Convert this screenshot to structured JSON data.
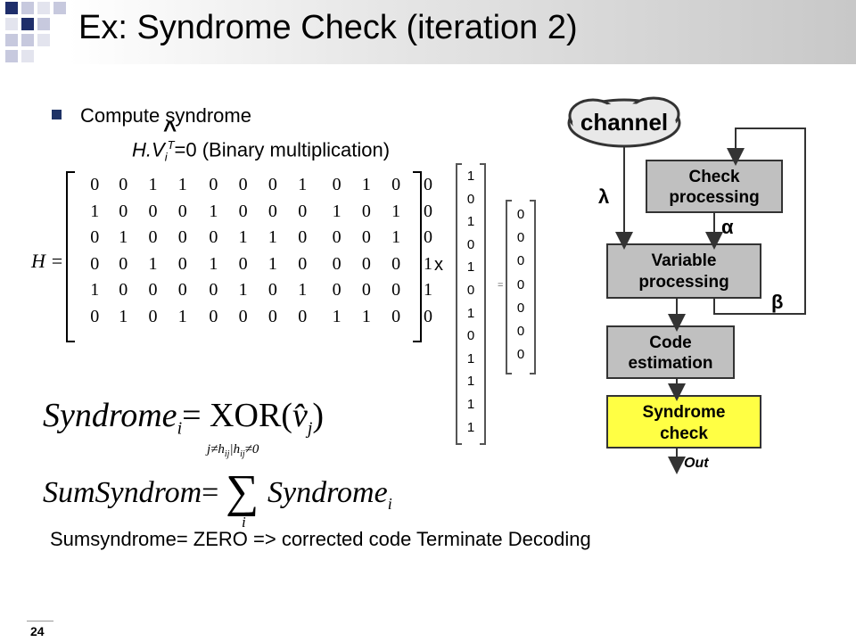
{
  "slide": {
    "title": "Ex: Syndrome Check (iteration 2)",
    "page_number": "24"
  },
  "bullet": {
    "text": "Compute syndrome",
    "formula_prefix": "H.V",
    "formula_sub": "i",
    "formula_sup": "T",
    "formula_suffix": "=0 (Binary multiplication)",
    "hat": "^"
  },
  "matrix": {
    "label": "H =",
    "rows": [
      [
        "0",
        "0",
        "1",
        "1",
        "0",
        "0",
        "0",
        "1",
        "0",
        "1",
        "0",
        "0"
      ],
      [
        "1",
        "0",
        "0",
        "0",
        "1",
        "0",
        "0",
        "0",
        "1",
        "0",
        "1",
        "0"
      ],
      [
        "0",
        "1",
        "0",
        "0",
        "0",
        "1",
        "1",
        "0",
        "0",
        "0",
        "1",
        "0"
      ],
      [
        "0",
        "0",
        "1",
        "0",
        "1",
        "0",
        "1",
        "0",
        "0",
        "0",
        "0",
        "1"
      ],
      [
        "1",
        "0",
        "0",
        "0",
        "0",
        "1",
        "0",
        "1",
        "0",
        "0",
        "0",
        "1"
      ],
      [
        "0",
        "1",
        "0",
        "1",
        "0",
        "0",
        "0",
        "0",
        "1",
        "1",
        "0",
        "0"
      ]
    ]
  },
  "times_symbol": "x",
  "equals_small": "=",
  "vector_v": [
    "1",
    "0",
    "1",
    "0",
    "1",
    "0",
    "1",
    "0",
    "1",
    "1",
    "1",
    "1"
  ],
  "vector_result": [
    "0",
    "0",
    "0",
    "0",
    "0",
    "0",
    "0"
  ],
  "equations": {
    "syndrome_lhs": "Syndrome",
    "syndrome_sub": "i",
    "syndrome_rhs": "= XOR(",
    "v_hat": "v̂",
    "v_sub": "j",
    "close": ")",
    "syndrome_cond": "j≠h",
    "syndrome_cond2": "ij",
    "syndrome_cond3": "|h",
    "syndrome_cond4": "ij",
    "syndrome_cond5": "≠0",
    "sum_lhs": "SumSyndrom",
    "sum_eq": "=",
    "sum_sigma": "∑",
    "sum_index": "i",
    "sum_rhs": "Syndrome",
    "sum_rhs_sub": "i"
  },
  "conclusion": "Sumsyndrome= ZERO => corrected code Terminate Decoding",
  "diagram": {
    "cloud_label": "channel",
    "lambda": "λ",
    "alpha": "α",
    "beta": "β",
    "check_line1": "Check",
    "check_line2": "processing",
    "variable_line1": "Variable",
    "variable_line2": "processing",
    "code_line1": "Code",
    "code_line2": "estimation",
    "syndrome_line1": "Syndrome",
    "syndrome_line2": "check",
    "out_label": "Out",
    "box_color": "#c0c0c0",
    "highlight_color": "#ffff44"
  },
  "colors": {
    "bullet": "#1f3366",
    "logo_dark": "#1f2e6b",
    "logo_light": "#c7c9de"
  }
}
